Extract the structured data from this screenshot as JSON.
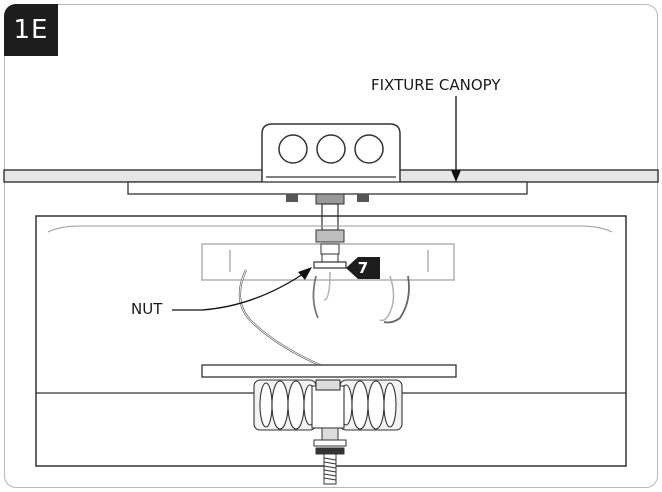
{
  "step": {
    "label": "1E"
  },
  "labels": {
    "fixture_canopy": "FIXTURE CANOPY",
    "nut": "NUT"
  },
  "callout": {
    "number": "7"
  },
  "colors": {
    "badge_bg": "#1d1d1d",
    "line": "#333333",
    "faint": "#b0b0b0",
    "ceiling_fill": "#e6e6e6"
  }
}
